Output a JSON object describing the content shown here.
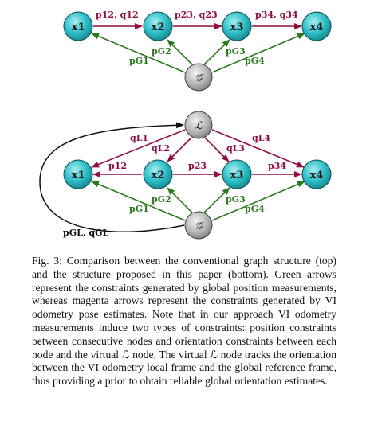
{
  "colors": {
    "magenta": "#8f0f45",
    "green": "#2b7a1d",
    "node_teal": "#29b9c2",
    "node_gray": "#b9b9b9"
  },
  "top_graph": {
    "nodes": {
      "x1": "x1",
      "x2": "x2",
      "x3": "x3",
      "x4": "x4",
      "g": "𝒢"
    },
    "edges": {
      "p12": "p12, q12",
      "p23": "p23, q23",
      "p34": "p34, q34",
      "pg1": "pG1",
      "pg2": "pG2",
      "pg3": "pG3",
      "pg4": "pG4"
    }
  },
  "bottom_graph": {
    "nodes": {
      "x1": "x1",
      "x2": "x2",
      "x3": "x3",
      "x4": "x4",
      "g": "𝒢",
      "l": "ℒ"
    },
    "edges": {
      "ql1": "qL1",
      "ql2": "qL2",
      "ql3": "qL3",
      "ql4": "qL4",
      "p12": "p12",
      "p23": "p23",
      "p34": "p34",
      "pg1": "pG1",
      "pg2": "pG2",
      "pg3": "pG3",
      "pg4": "pG4",
      "pgl": "pGL, qGL"
    }
  },
  "caption": "Fig. 3: Comparison between the conventional graph structure (top) and the structure proposed in this paper (bottom). Green arrows represent the constraints generated by global position measurements, whereas magenta arrows represent the constraints generated by VI odometry pose estimates. Note that in our approach VI odometry measurements induce two types of constraints: position constraints between consecutive nodes and orientation constraints between each node and the virtual ℒ node. The virtual ℒ node tracks the orientation between the VI odometry local frame and the global reference frame, thus providing a prior to obtain reliable global orientation estimates."
}
